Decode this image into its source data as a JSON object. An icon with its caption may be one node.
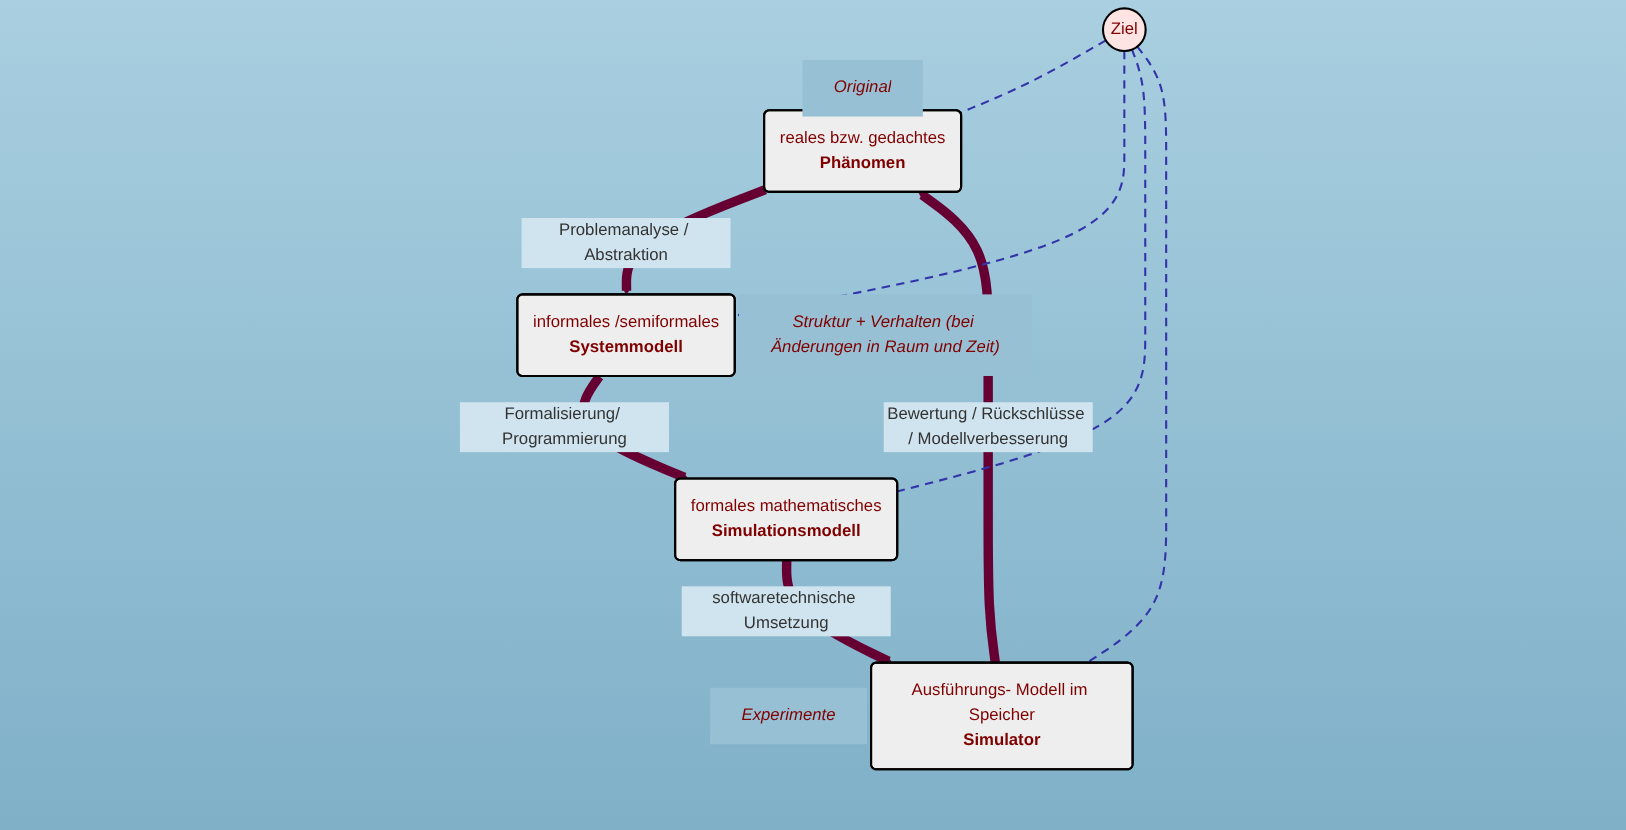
{
  "diagram": {
    "nodes": [
      {
        "text": [
          "reales bzw. gedachtes",
          "Phänomen"
        ],
        "beside": [
          "Original"
        ]
      },
      {
        "text": [
          "Ausführungs- Modell im Speicher",
          "Simulator"
        ],
        "beside": [
          "Experimente"
        ]
      },
      {
        "text": [
          "Ziel"
        ]
      },
      {
        "text": [
          "informales /semiformales",
          "Systemmodell"
        ],
        "beside": [
          "Struktur + Verhalten (bei Änderungen in Raum und Zeit)"
        ]
      },
      {
        "text": [
          "formales mathematisches",
          "Simulationsmodell"
        ]
      }
    ],
    "edges": [
      {
        "from": 0,
        "to": 3,
        "arrow": "to",
        "label": "Problemanalyse / Abstraktion",
        "style": "thick",
        "color": "#660033"
      },
      {
        "from": 3,
        "to": 4,
        "arrow": "to",
        "label": "Formalisierung/ Programmierung",
        "style": "thick",
        "color": "#660033"
      },
      {
        "from": 4,
        "to": 1,
        "arrow": "to",
        "label": "softwaretechnische Umsetzung",
        "style": "thick",
        "color": "#660033"
      },
      {
        "from": 1,
        "to": 0,
        "arrow": "to",
        "label": "Bewertung / Rückschlüsse / Modellverbesserung",
        "style": "thick",
        "color": "#660033"
      },
      {
        "from": 2,
        "to": 0,
        "arrow": "none",
        "style": "dashed",
        "color": "#3333aa"
      },
      {
        "from": 2,
        "to": 3,
        "arrow": "none",
        "style": "dashed",
        "color": "#3333aa"
      },
      {
        "from": 2,
        "to": 4,
        "arrow": "none",
        "style": "dashed",
        "color": "#3333aa"
      },
      {
        "from": 2,
        "to": 1,
        "arrow": "none",
        "style": "dashed",
        "color": "#3333aa"
      }
    ]
  }
}
